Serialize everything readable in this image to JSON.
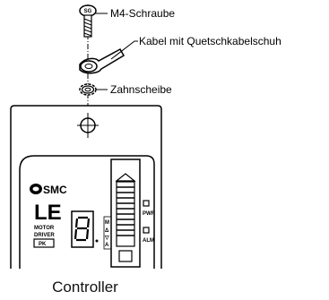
{
  "labels": {
    "screw": "M4-Schraube",
    "cable": "Kabel mit Quetschkabelschuh",
    "washer": "Zahnscheibe"
  },
  "caption": "Controller",
  "device": {
    "brand": "SMC",
    "model": "LE",
    "line1": "MOTOR",
    "line2": "DRIVER",
    "series": "PK",
    "digit": "8",
    "led_top": "PWR",
    "led_bottom": "ALM"
  }
}
